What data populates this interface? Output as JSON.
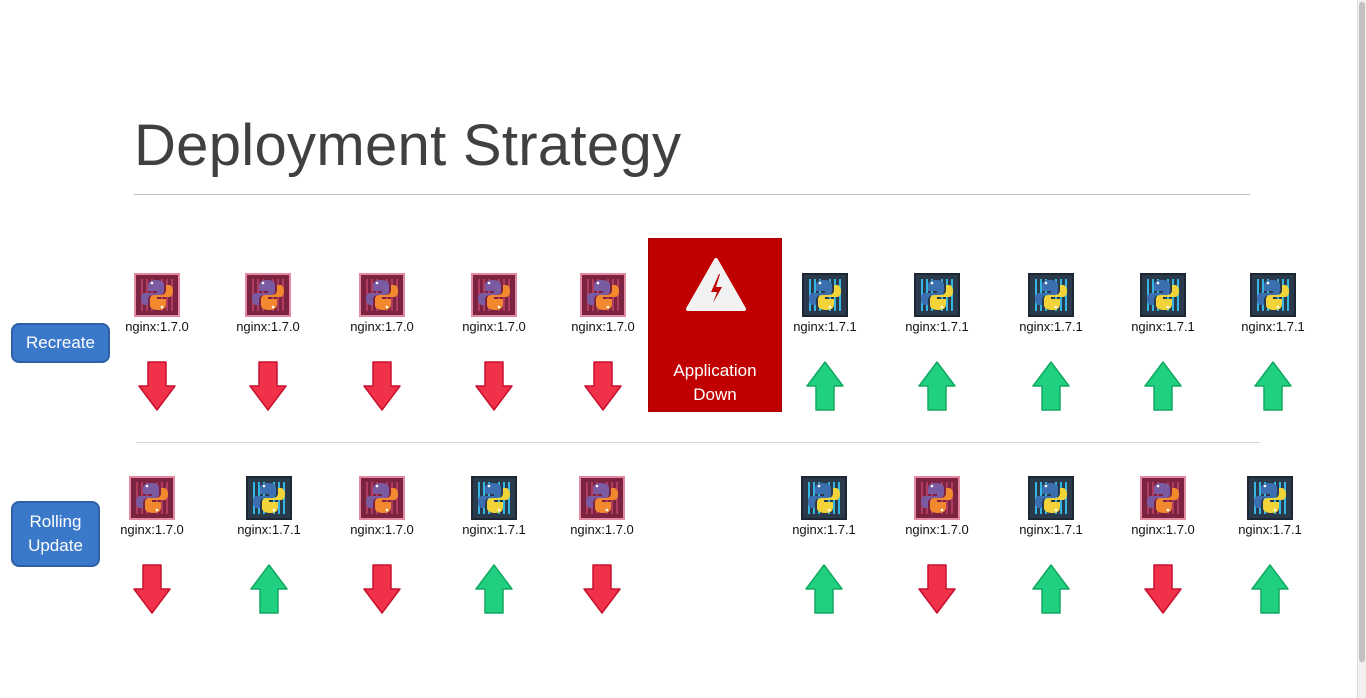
{
  "slide": {
    "title": "Deployment Strategy"
  },
  "strategies": {
    "recreate_label": "Recreate",
    "rolling_label_line1": "Rolling",
    "rolling_label_line2": "Update"
  },
  "downtime": {
    "line1": "Application",
    "line2": "Down"
  },
  "versions": {
    "old": "nginx:1.7.0",
    "new": "nginx:1.7.1"
  },
  "recreate_row": [
    {
      "version": "nginx:1.7.0",
      "direction": "down"
    },
    {
      "version": "nginx:1.7.0",
      "direction": "down"
    },
    {
      "version": "nginx:1.7.0",
      "direction": "down"
    },
    {
      "version": "nginx:1.7.0",
      "direction": "down"
    },
    {
      "version": "nginx:1.7.0",
      "direction": "down"
    },
    {
      "version": "nginx:1.7.1",
      "direction": "up"
    },
    {
      "version": "nginx:1.7.1",
      "direction": "up"
    },
    {
      "version": "nginx:1.7.1",
      "direction": "up"
    },
    {
      "version": "nginx:1.7.1",
      "direction": "up"
    },
    {
      "version": "nginx:1.7.1",
      "direction": "up"
    }
  ],
  "rolling_row": [
    {
      "version": "nginx:1.7.0",
      "direction": "down"
    },
    {
      "version": "nginx:1.7.1",
      "direction": "up"
    },
    {
      "version": "nginx:1.7.0",
      "direction": "down"
    },
    {
      "version": "nginx:1.7.1",
      "direction": "up"
    },
    {
      "version": "nginx:1.7.0",
      "direction": "down"
    },
    {
      "version": "nginx:1.7.1",
      "direction": "up"
    },
    {
      "version": "nginx:1.7.0",
      "direction": "down"
    },
    {
      "version": "nginx:1.7.1",
      "direction": "up"
    },
    {
      "version": "nginx:1.7.0",
      "direction": "down"
    },
    {
      "version": "nginx:1.7.1",
      "direction": "up"
    }
  ],
  "colors": {
    "old_pod_bg": "#7b2341",
    "new_pod_bg": "#2b3a4a",
    "down_arrow": "#f0314a",
    "up_arrow": "#20d080",
    "downtime_box": "#c00000",
    "pill": "#3a78c9"
  },
  "icons": {
    "old_pod": "python-container-icon-maroon",
    "new_pod": "python-container-icon-blue",
    "warning": "lightning-warning-icon",
    "down": "arrow-down-icon",
    "up": "arrow-up-icon"
  }
}
